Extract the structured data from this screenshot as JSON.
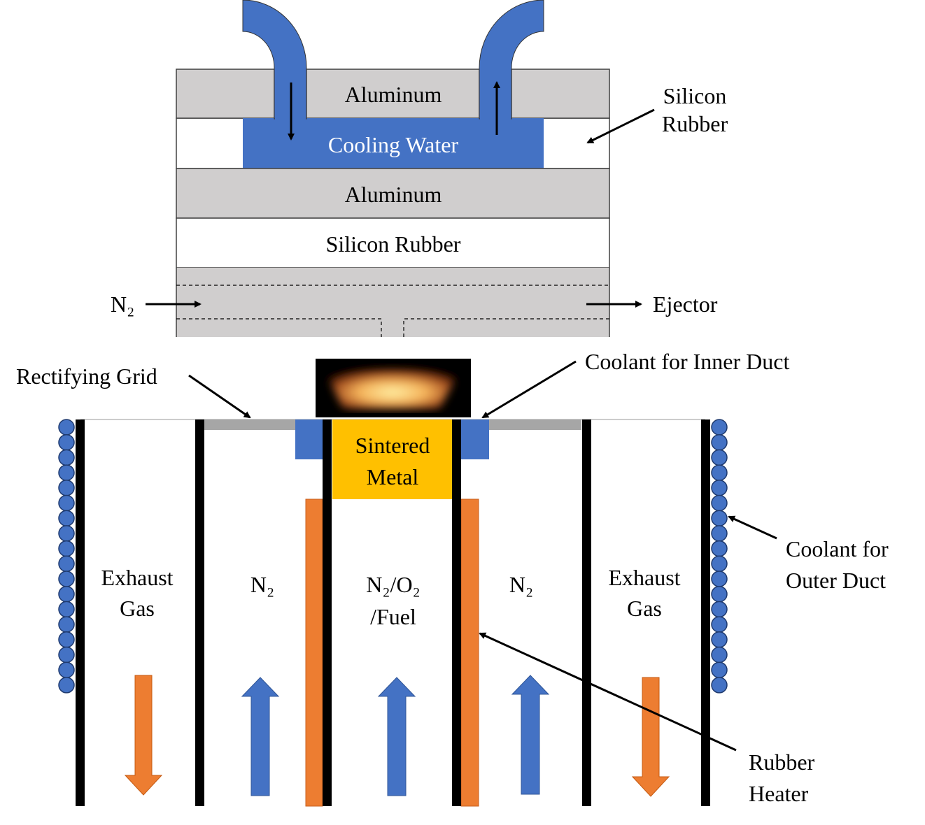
{
  "top_assembly": {
    "aluminum_top": "Aluminum",
    "cooling_water": "Cooling Water",
    "aluminum_bottom": "Aluminum",
    "silicon_rubber_layer": "Silicon Rubber",
    "silicon_rubber_callout": [
      "Silicon",
      "Rubber"
    ],
    "n2_inlet": "N₂",
    "ejector": "Ejector"
  },
  "burner": {
    "rectifying_grid": "Rectifying Grid",
    "coolant_inner": "Coolant for Inner Duct",
    "coolant_outer": [
      "Coolant for",
      "Outer Duct"
    ],
    "sintered_metal": [
      "Sintered",
      "Metal"
    ],
    "rubber_heater": [
      "Rubber",
      "Heater"
    ],
    "channels": {
      "exhaust_left": [
        "Exhaust",
        "Gas"
      ],
      "n2_left": "N₂",
      "center": [
        "N₂/O₂",
        "/Fuel"
      ],
      "n2_right": "N₂",
      "exhaust_right": [
        "Exhaust",
        "Gas"
      ]
    }
  },
  "colors": {
    "water": "#4472C4",
    "aluminum": "#D0CECE",
    "heater": "#ED7D31",
    "sintered": "#FFC000",
    "grid": "#A6A6A6"
  }
}
